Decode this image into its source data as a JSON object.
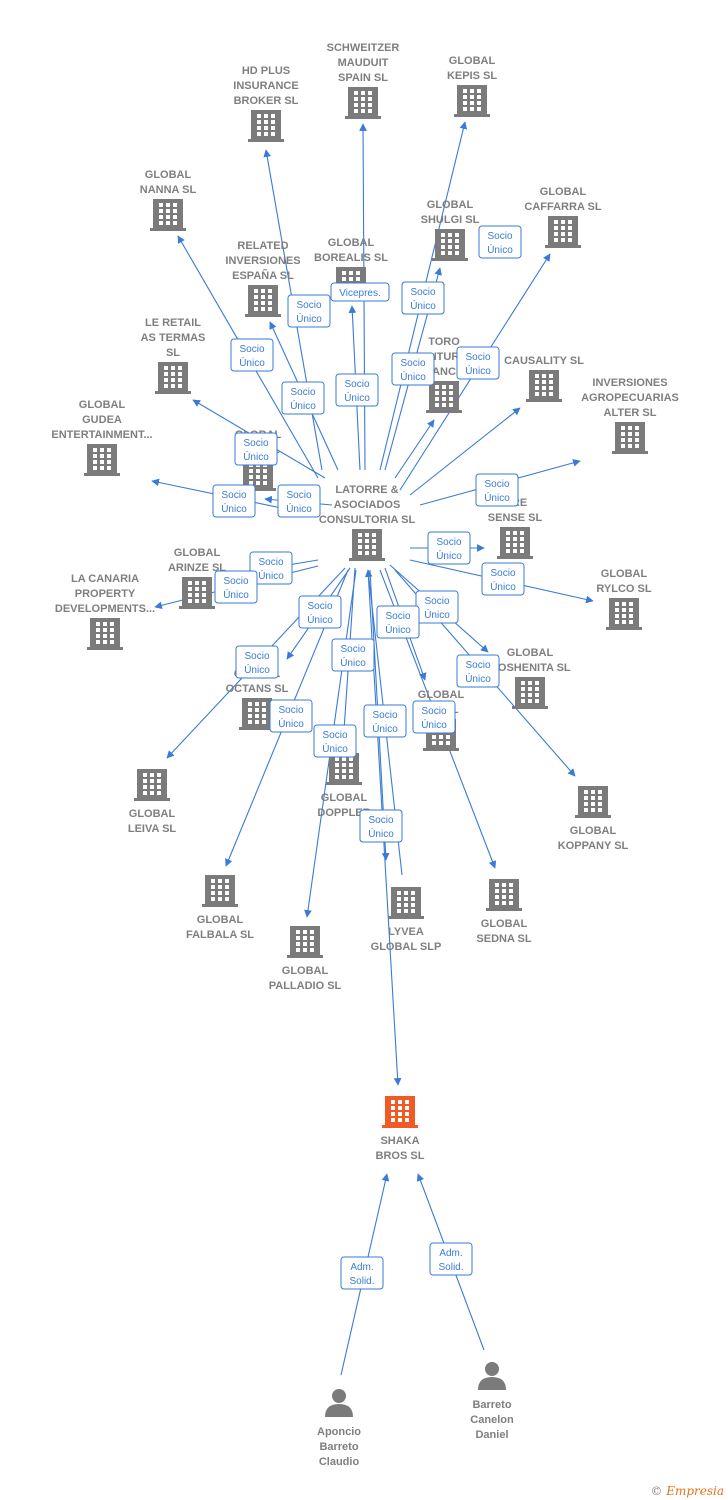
{
  "colors": {
    "edge": "#3a7bd5",
    "company": "#7b7b7b",
    "highlight": "#f15a24",
    "person": "#7b7b7b",
    "label": "#7f7f7f"
  },
  "footer": {
    "copyright": "©",
    "brand": "Empresia"
  },
  "nodes": [
    {
      "id": "hdplus",
      "type": "company",
      "label": [
        "HD PLUS",
        "INSURANCE",
        "BROKER  SL"
      ]
    },
    {
      "id": "schweitzer",
      "type": "company",
      "label": [
        "SCHWEITZER",
        "MAUDUIT",
        "SPAIN SL"
      ]
    },
    {
      "id": "kepis",
      "type": "company",
      "label": [
        "GLOBAL",
        "KEPIS  SL"
      ]
    },
    {
      "id": "nanna",
      "type": "company",
      "label": [
        "GLOBAL",
        "NANNA  SL"
      ]
    },
    {
      "id": "shulgi",
      "type": "company",
      "label": [
        "GLOBAL",
        "SHULGI  SL"
      ]
    },
    {
      "id": "caffarra",
      "type": "company",
      "label": [
        "GLOBAL",
        "CAFFARRA  SL"
      ]
    },
    {
      "id": "related",
      "type": "company",
      "label": [
        "RELATED",
        "INVERSIONES",
        "ESPAÑA  SL"
      ]
    },
    {
      "id": "borealis",
      "type": "company",
      "label": [
        "GLOBAL",
        "BOREALIS  SL"
      ]
    },
    {
      "id": "leretail",
      "type": "company",
      "label": [
        "LE RETAIL",
        "AS TERMAS",
        "SL"
      ]
    },
    {
      "id": "toro",
      "type": "company",
      "label": [
        "TORO",
        "VENTURES",
        "FINANCIAL"
      ]
    },
    {
      "id": "causality",
      "type": "company",
      "label": [
        "CAUSALITY  SL"
      ]
    },
    {
      "id": "inversionesagro",
      "type": "company",
      "label": [
        "INVERSIONES",
        "AGROPECUARIAS",
        "ALTER  SL"
      ]
    },
    {
      "id": "gudea",
      "type": "company",
      "label": [
        "GLOBAL",
        "GUDEA",
        "ENTERTAINMENT..."
      ]
    },
    {
      "id": "globalma",
      "type": "company",
      "label": [
        "GLOBAL",
        "MA...  SL"
      ]
    },
    {
      "id": "latorre",
      "type": "company",
      "label": [
        "LATORRE &",
        "ASOCIADOS",
        "CONSULTORIA SL"
      ]
    },
    {
      "id": "sense",
      "type": "company",
      "label": [
        "...RE",
        "SENSE  SL"
      ]
    },
    {
      "id": "arinze",
      "type": "company",
      "label": [
        "GLOBAL",
        "ARINZE  SL"
      ]
    },
    {
      "id": "lacanaria",
      "type": "company",
      "label": [
        "LA CANARIA",
        "PROPERTY",
        "DEVELOPMENTS..."
      ]
    },
    {
      "id": "rylco",
      "type": "company",
      "label": [
        "GLOBAL",
        "RYLCO  SL"
      ]
    },
    {
      "id": "octans",
      "type": "company",
      "label": [
        "GLOBAL",
        "OCTANS  SL"
      ]
    },
    {
      "id": "goshenita",
      "type": "company",
      "label": [
        "GLOBAL",
        "GOSHENITA  SL"
      ]
    },
    {
      "id": "globalg",
      "type": "company",
      "label": [
        "GLOBAL",
        "G...  SL"
      ]
    },
    {
      "id": "leiva",
      "type": "company",
      "label": [
        "GLOBAL",
        "LEIVA  SL"
      ]
    },
    {
      "id": "doppler",
      "type": "company",
      "label": [
        "GLOBAL",
        "DOPPLER"
      ]
    },
    {
      "id": "koppany",
      "type": "company",
      "label": [
        "GLOBAL",
        "KOPPANY  SL"
      ]
    },
    {
      "id": "falbala",
      "type": "company",
      "label": [
        "GLOBAL",
        "FALBALA  SL"
      ]
    },
    {
      "id": "lyvea",
      "type": "company",
      "label": [
        "LYVEA",
        "GLOBAL  SLP"
      ]
    },
    {
      "id": "sedna",
      "type": "company",
      "label": [
        "GLOBAL",
        "SEDNA  SL"
      ]
    },
    {
      "id": "palladio",
      "type": "company",
      "label": [
        "GLOBAL",
        "PALLADIO  SL"
      ]
    },
    {
      "id": "shaka",
      "type": "company",
      "highlight": true,
      "label": [
        "SHAKA",
        "BROS  SL"
      ]
    },
    {
      "id": "aponcio",
      "type": "person",
      "label": [
        "Aponcio",
        "Barreto",
        "Claudio"
      ]
    },
    {
      "id": "barreto",
      "type": "person",
      "label": [
        "Barreto",
        "Canelon",
        "Daniel"
      ]
    }
  ],
  "edges": [
    {
      "from": "latorre",
      "to": "hdplus",
      "label": [
        "Socio",
        "Único"
      ]
    },
    {
      "from": "latorre",
      "to": "schweitzer",
      "label": [
        "Socio",
        "Único"
      ]
    },
    {
      "from": "latorre",
      "to": "kepis",
      "label": [
        "Socio",
        "Único"
      ]
    },
    {
      "from": "latorre",
      "to": "nanna",
      "label": [
        "Socio",
        "Único"
      ]
    },
    {
      "from": "latorre",
      "to": "shulgi",
      "label": [
        "Socio",
        "Único"
      ]
    },
    {
      "from": "latorre",
      "to": "caffarra",
      "label": [
        "Socio",
        "Único"
      ]
    },
    {
      "from": "latorre",
      "to": "related",
      "label": [
        "Socio",
        "Único"
      ]
    },
    {
      "from": "latorre",
      "to": "borealis",
      "label": [
        "Vicepres."
      ]
    },
    {
      "from": "latorre",
      "to": "leretail",
      "label": [
        "Socio",
        "Único"
      ]
    },
    {
      "from": "latorre",
      "to": "toro",
      "label": [
        "Socio",
        "Único"
      ]
    },
    {
      "from": "latorre",
      "to": "causality",
      "label": [
        "Socio",
        "Único"
      ]
    },
    {
      "from": "latorre",
      "to": "inversionesagro",
      "label": [
        "Socio",
        "Único"
      ]
    },
    {
      "from": "latorre",
      "to": "gudea",
      "label": [
        "Socio",
        "Único"
      ]
    },
    {
      "from": "latorre",
      "to": "globalma",
      "label": [
        "Socio",
        "Único"
      ]
    },
    {
      "from": "latorre",
      "to": "sense",
      "label": [
        "Socio",
        "Único"
      ]
    },
    {
      "from": "latorre",
      "to": "arinze",
      "label": [
        "Socio",
        "Único"
      ]
    },
    {
      "from": "latorre",
      "to": "lacanaria",
      "label": [
        "Socio",
        "Único"
      ]
    },
    {
      "from": "latorre",
      "to": "rylco",
      "label": [
        "Socio",
        "Único"
      ]
    },
    {
      "from": "latorre",
      "to": "octans",
      "label": [
        "Socio",
        "Único"
      ]
    },
    {
      "from": "latorre",
      "to": "goshenita",
      "label": [
        "Socio",
        "Único"
      ]
    },
    {
      "from": "latorre",
      "to": "globalg",
      "label": [
        "Socio",
        "Único"
      ]
    },
    {
      "from": "latorre",
      "to": "leiva",
      "label": [
        "Socio",
        "Único"
      ]
    },
    {
      "from": "latorre",
      "to": "doppler",
      "label": [
        "Socio",
        "Único"
      ]
    },
    {
      "from": "latorre",
      "to": "koppany",
      "label": [
        "Socio",
        "Único"
      ]
    },
    {
      "from": "latorre",
      "to": "falbala",
      "label": [
        "Socio",
        "Único"
      ]
    },
    {
      "from": "latorre",
      "to": "lyvea",
      "label": [
        "Socio",
        "Único"
      ]
    },
    {
      "from": "latorre",
      "to": "sedna",
      "label": [
        "Socio",
        "Único"
      ]
    },
    {
      "from": "latorre",
      "to": "palladio",
      "label": [
        "Socio",
        "Único"
      ]
    },
    {
      "from": "latorre",
      "to": "shaka",
      "label": [
        "Socio",
        "Único"
      ]
    },
    {
      "from": "lyvea",
      "to": "latorre",
      "label": [
        "Socio",
        "Único"
      ]
    },
    {
      "from": "aponcio",
      "to": "shaka",
      "label": [
        "Adm.",
        "Solid."
      ]
    },
    {
      "from": "barreto",
      "to": "shaka",
      "label": [
        "Adm.",
        "Solid."
      ]
    }
  ]
}
